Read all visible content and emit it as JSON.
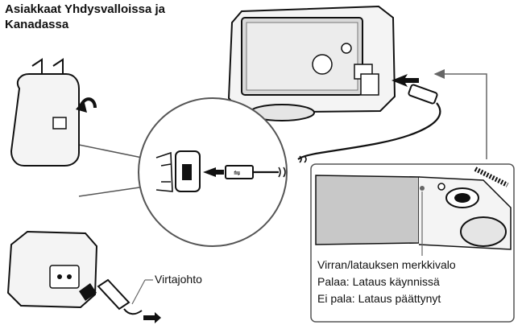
{
  "title": {
    "line1": "Asiakkaat Yhdysvalloissa ja",
    "line2": "Kanadassa"
  },
  "labels": {
    "power_cord": "Virtajohto",
    "indicator": "Virran/latauksen merkkivalo",
    "charging_on": "Palaa: Lataus käynnissä",
    "charging_off": "Ei pala: Lataus päättynyt"
  }
}
